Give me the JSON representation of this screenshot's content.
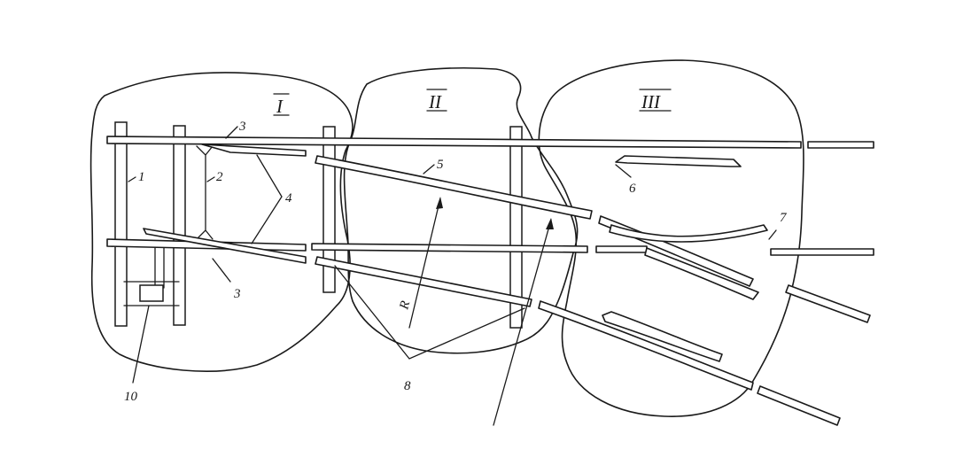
{
  "zones": [
    {
      "id": "I",
      "label": "I"
    },
    {
      "id": "II",
      "label": "II"
    },
    {
      "id": "III",
      "label": "III"
    }
  ],
  "callouts": {
    "c1": "1",
    "c2": "2",
    "c3_top": "3",
    "c3_bottom": "3",
    "c4": "4",
    "c5": "5",
    "c6": "6",
    "c7": "7",
    "c8": "8",
    "c10": "10",
    "radius": "R"
  }
}
